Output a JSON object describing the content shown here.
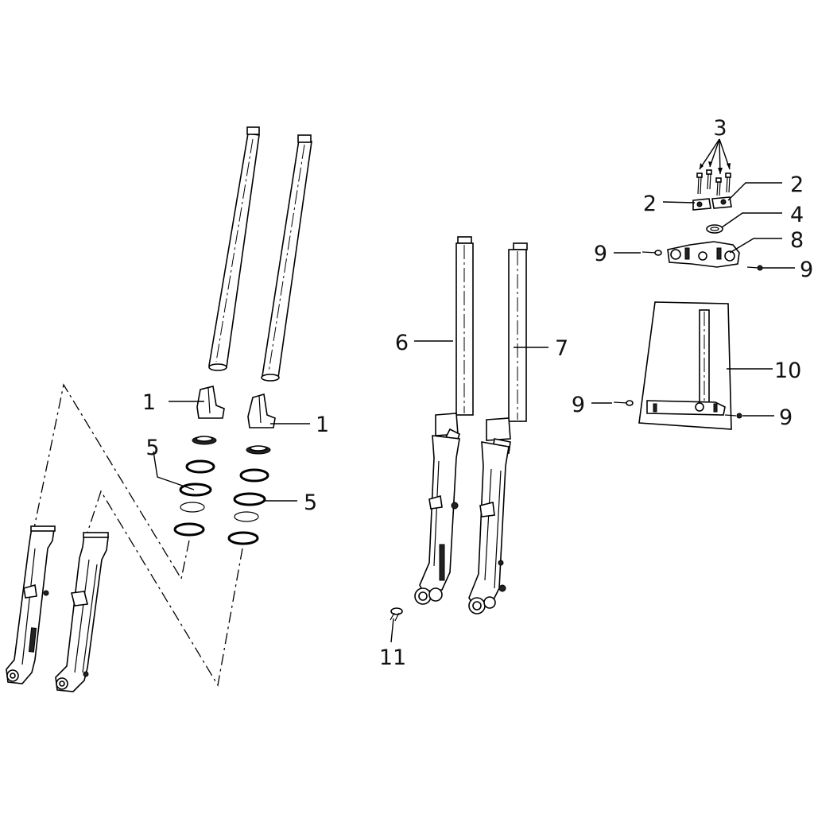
{
  "callouts": {
    "c1a": "1",
    "c1b": "1",
    "c2a": "2",
    "c2b": "2",
    "c3": "3",
    "c4": "4",
    "c5a": "5",
    "c5b": "5",
    "c6": "6",
    "c7": "7",
    "c8": "8",
    "c9a": "9",
    "c9b": "9",
    "c9c": "9",
    "c9d": "9",
    "c10": "10",
    "c11": "11"
  }
}
